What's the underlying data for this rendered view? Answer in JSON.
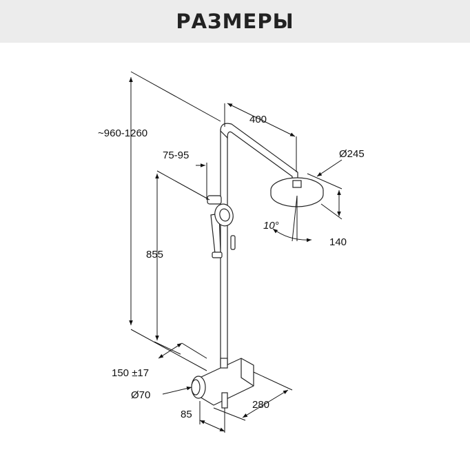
{
  "header": {
    "title": "РАЗМЕРЫ"
  },
  "dimensions": {
    "total_height": "~960-1260",
    "rail_spacing": "75-95",
    "arm_length": "400",
    "head_diameter": "Ø245",
    "head_height": "140",
    "tilt_angle": "10°",
    "slider_height": "855",
    "center_distance": "150 ±17",
    "mixer_diameter": "Ø70",
    "mixer_length": "280",
    "wall_offset": "85"
  }
}
